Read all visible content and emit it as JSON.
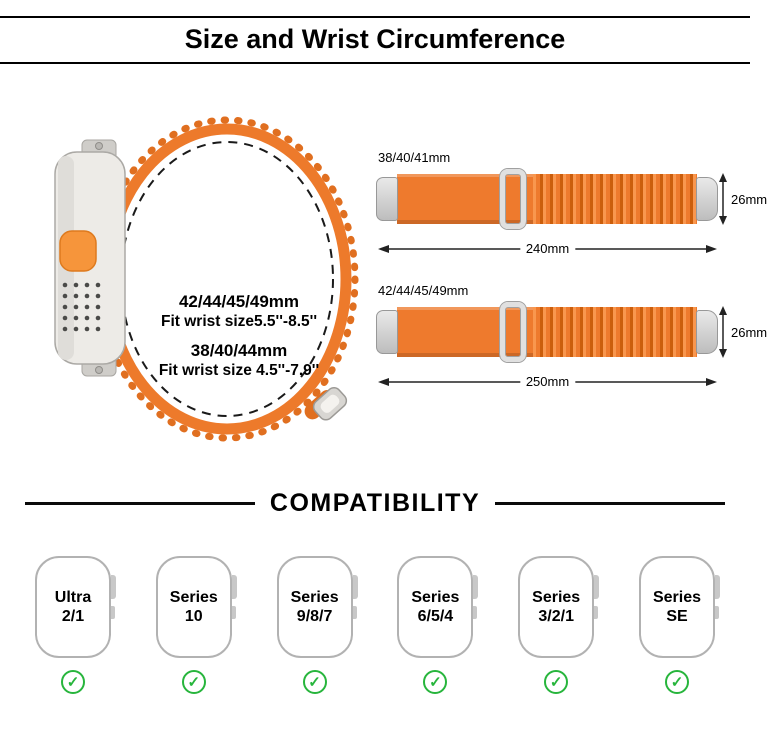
{
  "header": {
    "title": "Size and Wrist Circumference"
  },
  "watch_loop": {
    "line1": "42/44/45/49mm",
    "line2": "Fit wrist size5.5''-8.5''",
    "line3": "38/40/44mm",
    "line4": "Fit wrist size 4.5''-7.9''"
  },
  "bands": [
    {
      "label": "38/40/41mm",
      "height": "26mm",
      "length": "240mm"
    },
    {
      "label": "42/44/45/49mm",
      "height": "26mm",
      "length": "250mm"
    }
  ],
  "compatibility": {
    "title": "COMPATIBILITY",
    "models": [
      {
        "line1": "Ultra",
        "line2": "2/1"
      },
      {
        "line1": "Series",
        "line2": "10"
      },
      {
        "line1": "Series",
        "line2": "9/8/7"
      },
      {
        "line1": "Series",
        "line2": "6/5/4"
      },
      {
        "line1": "Series",
        "line2": "3/2/1"
      },
      {
        "line1": "Series",
        "line2": "SE"
      }
    ]
  },
  "icons": {
    "check": "✓"
  },
  "colors": {
    "band_orange": "#ED7A2B",
    "check_green": "#27B53C"
  }
}
